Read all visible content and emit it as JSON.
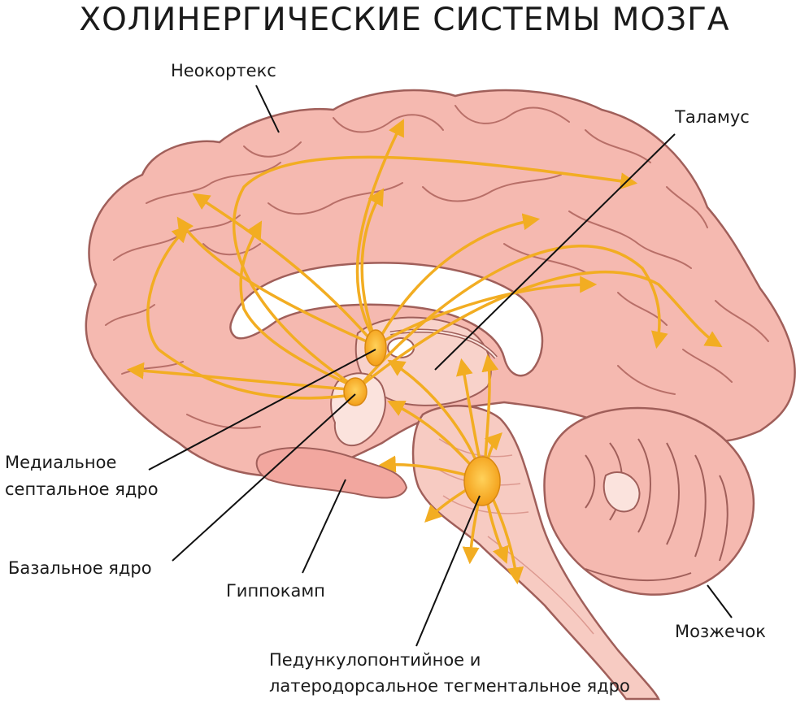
{
  "title": "ХОЛИНЕРГИЧЕСКИЕ СИСТЕМЫ МОЗГА",
  "labels": {
    "neocortex": "Неокортекс",
    "thalamus": "Таламус",
    "medial_septal_1": "Медиальное",
    "medial_septal_2": "септальное ядро",
    "basal_nucleus": "Базальное ядро",
    "hippocampus": "Гиппокамп",
    "cerebellum": "Мозжечок",
    "pedunculopontine_1": "Педункулопонтийное и",
    "pedunculopontine_2": "латеродорсальное тегментальное ядро"
  },
  "colors": {
    "cortex_fill": "#f5b9b0",
    "cortex_stroke": "#a05f5a",
    "sulcus": "#b86f68",
    "pathway": "#f2ad22",
    "nucleus": "#f4a91a",
    "ventricle": "#ffffff",
    "brainstem": "#f7cbc2"
  }
}
